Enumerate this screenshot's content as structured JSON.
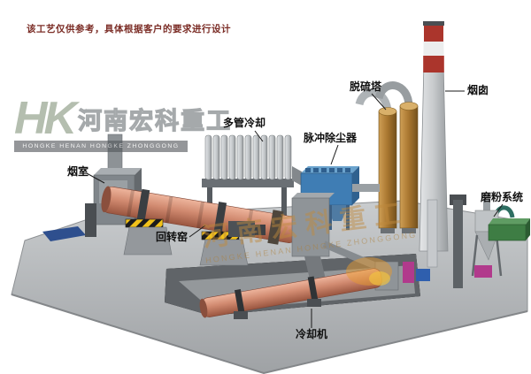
{
  "disclaimer": "该工艺仅供参考，具体根据客户的要求进行设计",
  "watermark": {
    "monogram": "HK",
    "company_cn": "河南宏科重工",
    "company_en": "HONGKE   HENAN HONGKE ZHONGGONG"
  },
  "labels": {
    "smoke_chamber": "烟室",
    "rotary_kiln": "回转窑",
    "multi_tube_cooler": "多管冷却",
    "pulse_dust_collector": "脉冲除尘器",
    "desulfurization_tower": "脱硫塔",
    "chimney": "烟囱",
    "grinding_system": "磨粉系统",
    "cooling_machine": "冷却机"
  },
  "colors": {
    "kiln_shell": "#d18a70",
    "dust_collector_blue": "#3f7db4",
    "chimney_band_red": "#ab352c",
    "desulfurization_tower_bronze": "#a8762f",
    "grinding_mill_green": "#3e7d44",
    "feeder_magenta": "#b13a8c",
    "platform_gray": "#b4b7ba",
    "hazard_yellow": "#f2c21a",
    "foundation_pad_blue": "#2e4f8e"
  }
}
